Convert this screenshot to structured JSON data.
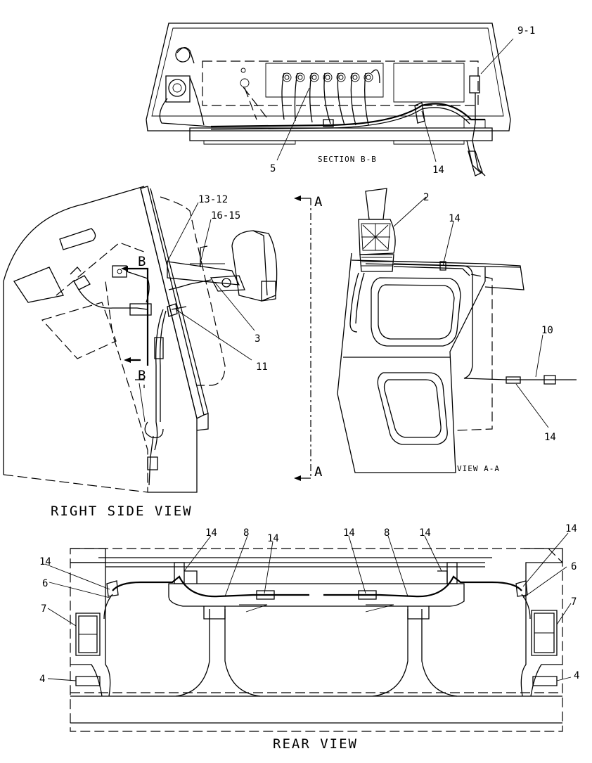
{
  "colors": {
    "ink": "#000000",
    "paper": "#ffffff"
  },
  "views": {
    "section_bb": {
      "title": "SECTION B-B"
    },
    "right_side": {
      "title": "RIGHT SIDE VIEW",
      "section_marker": "B",
      "section_marker_2": "B"
    },
    "view_aa": {
      "title": "VIEW A-A",
      "section_marker": "A",
      "section_marker_2": "A"
    },
    "rear": {
      "title": "REAR VIEW"
    }
  },
  "callouts": {
    "c_9_1": "9-1",
    "c_5": "5",
    "c_14_bb": "14",
    "c_13_12": "13-12",
    "c_16_15": "16-15",
    "c_3": "3",
    "c_11": "11",
    "c_2": "2",
    "c_14_aa_top": "14",
    "c_10": "10",
    "c_14_aa_bottom": "14",
    "c_14_r1": "14",
    "c_8_r1": "8",
    "c_14_r2": "14",
    "c_14_r3": "14",
    "c_8_r2": "8",
    "c_14_r4": "14",
    "c_14_r5": "14",
    "c_14_r6": "14",
    "c_6_left": "6",
    "c_6_right": "6",
    "c_7_left": "7",
    "c_7_right": "7",
    "c_4_left": "4",
    "c_4_right": "4"
  }
}
